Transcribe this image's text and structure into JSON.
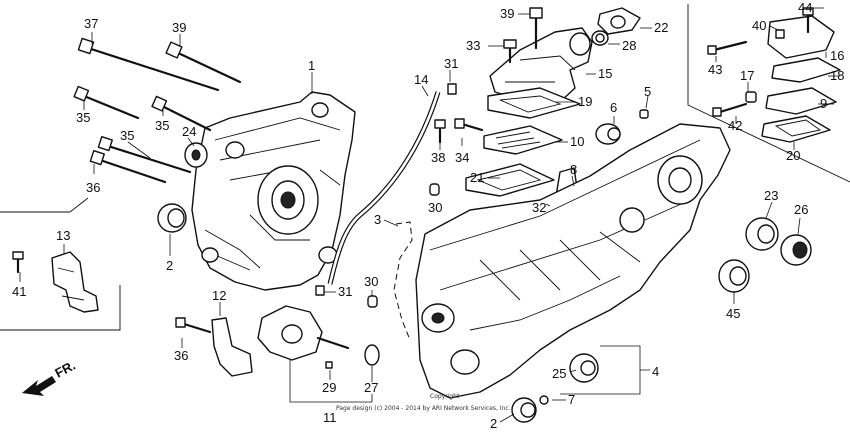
{
  "labels": [
    {
      "id": "37",
      "text": "37"
    },
    {
      "id": "39a",
      "text": "39"
    },
    {
      "id": "1",
      "text": "1"
    },
    {
      "id": "35a",
      "text": "35"
    },
    {
      "id": "35b",
      "text": "35"
    },
    {
      "id": "35c",
      "text": "35"
    },
    {
      "id": "24",
      "text": "24"
    },
    {
      "id": "36a",
      "text": "36"
    },
    {
      "id": "2a",
      "text": "2"
    },
    {
      "id": "13",
      "text": "13"
    },
    {
      "id": "41",
      "text": "41"
    },
    {
      "id": "14",
      "text": "14"
    },
    {
      "id": "31a",
      "text": "31"
    },
    {
      "id": "38",
      "text": "38"
    },
    {
      "id": "34",
      "text": "34"
    },
    {
      "id": "39b",
      "text": "39"
    },
    {
      "id": "33",
      "text": "33"
    },
    {
      "id": "22",
      "text": "22"
    },
    {
      "id": "28",
      "text": "28"
    },
    {
      "id": "15",
      "text": "15"
    },
    {
      "id": "19",
      "text": "19"
    },
    {
      "id": "10",
      "text": "10"
    },
    {
      "id": "21",
      "text": "21"
    },
    {
      "id": "8",
      "text": "8"
    },
    {
      "id": "30a",
      "text": "30"
    },
    {
      "id": "32",
      "text": "32"
    },
    {
      "id": "6",
      "text": "6"
    },
    {
      "id": "5",
      "text": "5"
    },
    {
      "id": "3",
      "text": "3"
    },
    {
      "id": "30b",
      "text": "30"
    },
    {
      "id": "31b",
      "text": "31"
    },
    {
      "id": "12",
      "text": "12"
    },
    {
      "id": "36b",
      "text": "36"
    },
    {
      "id": "29",
      "text": "29"
    },
    {
      "id": "27",
      "text": "27"
    },
    {
      "id": "11",
      "text": "11"
    },
    {
      "id": "44",
      "text": "44"
    },
    {
      "id": "40",
      "text": "40"
    },
    {
      "id": "16",
      "text": "16"
    },
    {
      "id": "43",
      "text": "43"
    },
    {
      "id": "17",
      "text": "17"
    },
    {
      "id": "18",
      "text": "18"
    },
    {
      "id": "9",
      "text": "9"
    },
    {
      "id": "42",
      "text": "42"
    },
    {
      "id": "20",
      "text": "20"
    },
    {
      "id": "23",
      "text": "23"
    },
    {
      "id": "26",
      "text": "26"
    },
    {
      "id": "45",
      "text": "45"
    },
    {
      "id": "4",
      "text": "4"
    },
    {
      "id": "25",
      "text": "25"
    },
    {
      "id": "7",
      "text": "7"
    },
    {
      "id": "2b",
      "text": "2"
    }
  ],
  "direction_label": "FR.",
  "copyright": {
    "line1": "Copyright",
    "line2": "Page design (c) 2004 - 2014 by ARI Network Services, Inc."
  }
}
